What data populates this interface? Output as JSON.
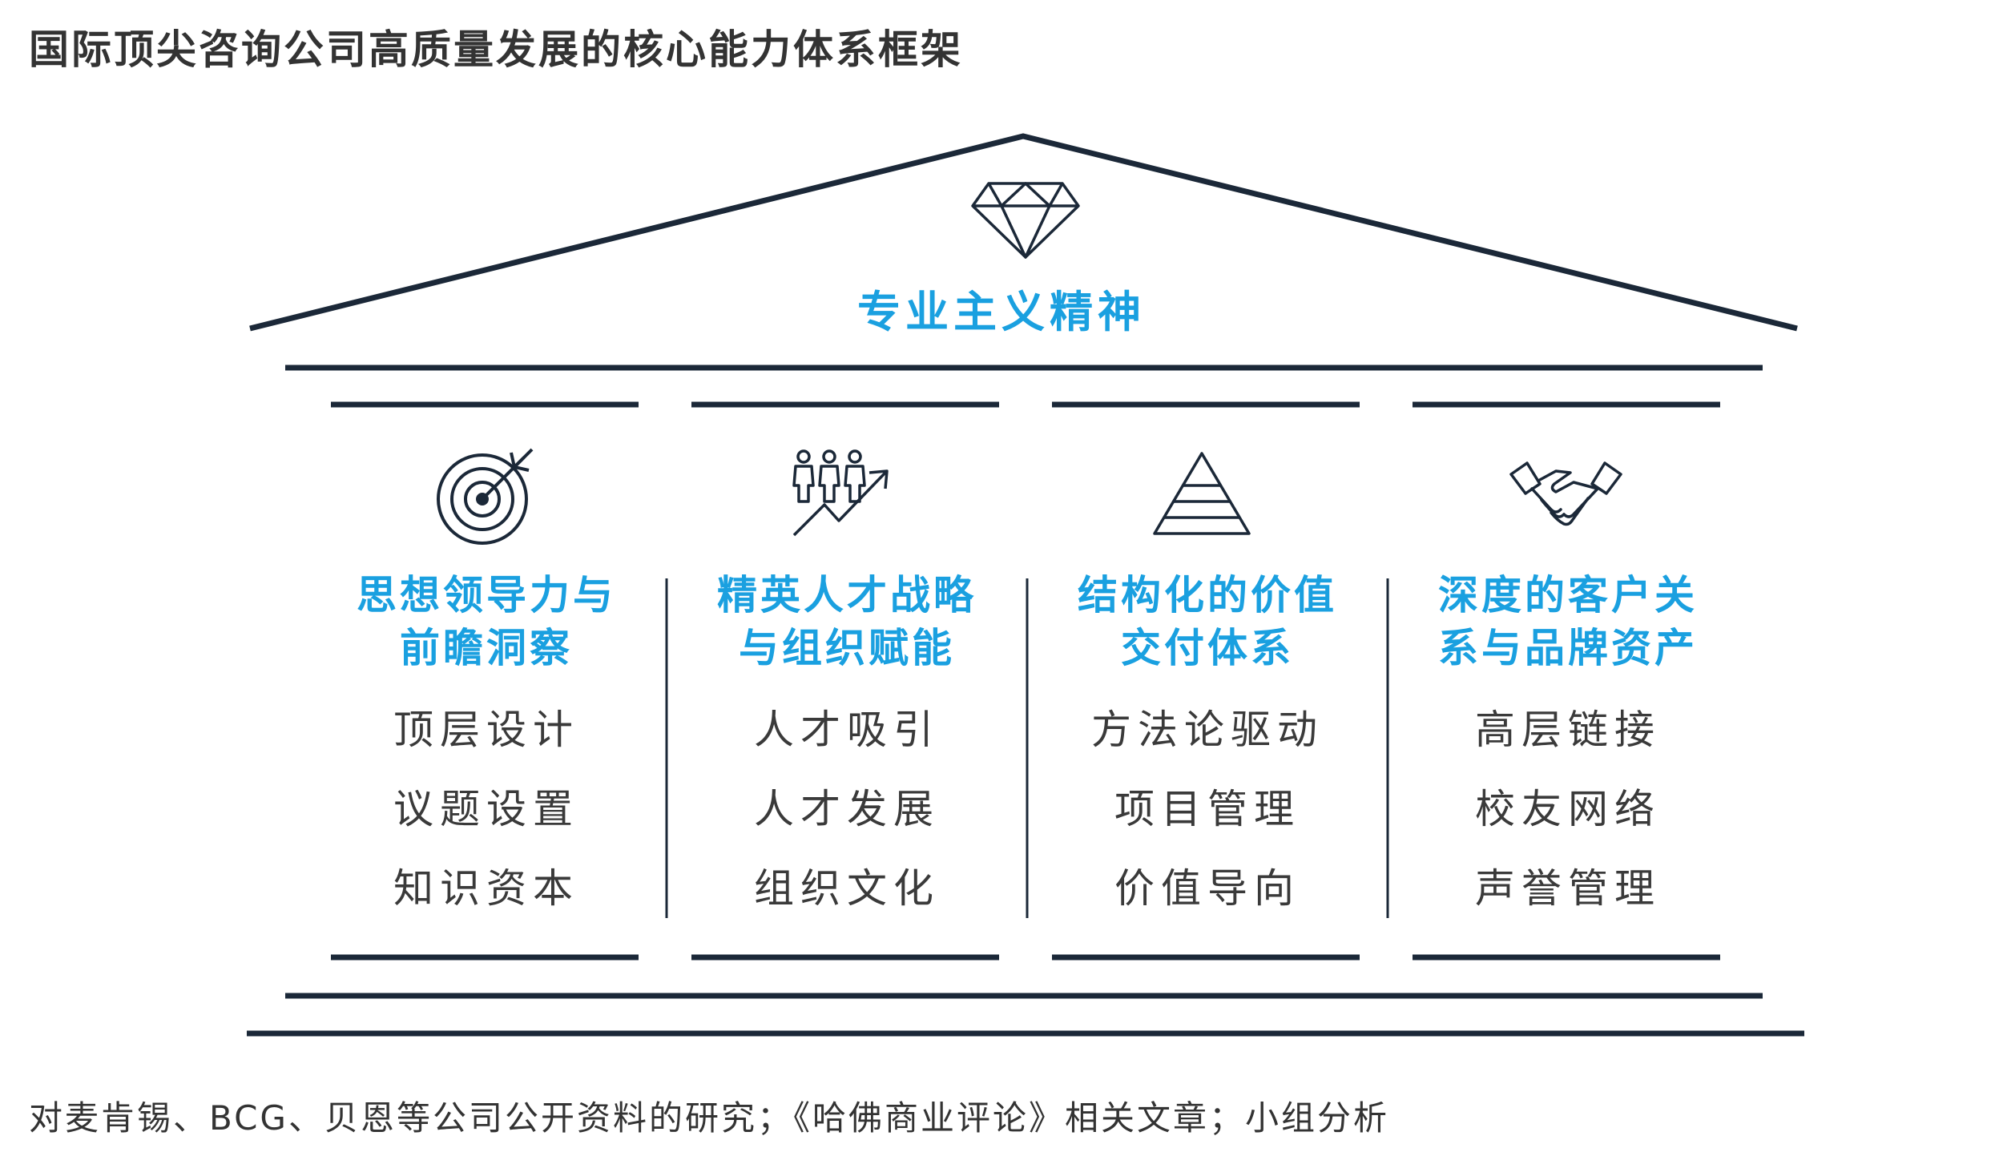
{
  "title": "国际顶尖咨询公司高质量发展的核心能力体系框架",
  "roof": {
    "label": "专业主义精神",
    "icon": "diamond-icon"
  },
  "pillars": [
    {
      "icon": "target-icon",
      "heading_line1": "思想领导力与",
      "heading_line2": "前瞻洞察",
      "items": [
        "顶层设计",
        "议题设置",
        "知识资本"
      ]
    },
    {
      "icon": "people-growth-icon",
      "heading_line1": "精英人才战略",
      "heading_line2": "与组织赋能",
      "items": [
        "人才吸引",
        "人才发展",
        "组织文化"
      ]
    },
    {
      "icon": "pyramid-icon",
      "heading_line1": "结构化的价值",
      "heading_line2": "交付体系",
      "items": [
        "方法论驱动",
        "项目管理",
        "价值导向"
      ]
    },
    {
      "icon": "handshake-icon",
      "heading_line1": "深度的客户关",
      "heading_line2": "系与品牌资产",
      "items": [
        "高层链接",
        "校友网络",
        "声誉管理"
      ]
    }
  ],
  "source": "对麦肯锡、BCG、贝恩等公司公开资料的研究；《哈佛商业评论》相关文章；小组分析",
  "colors": {
    "accent": "#1aa0e0",
    "frame": "#1b2838",
    "text": "#3a3a3a"
  }
}
